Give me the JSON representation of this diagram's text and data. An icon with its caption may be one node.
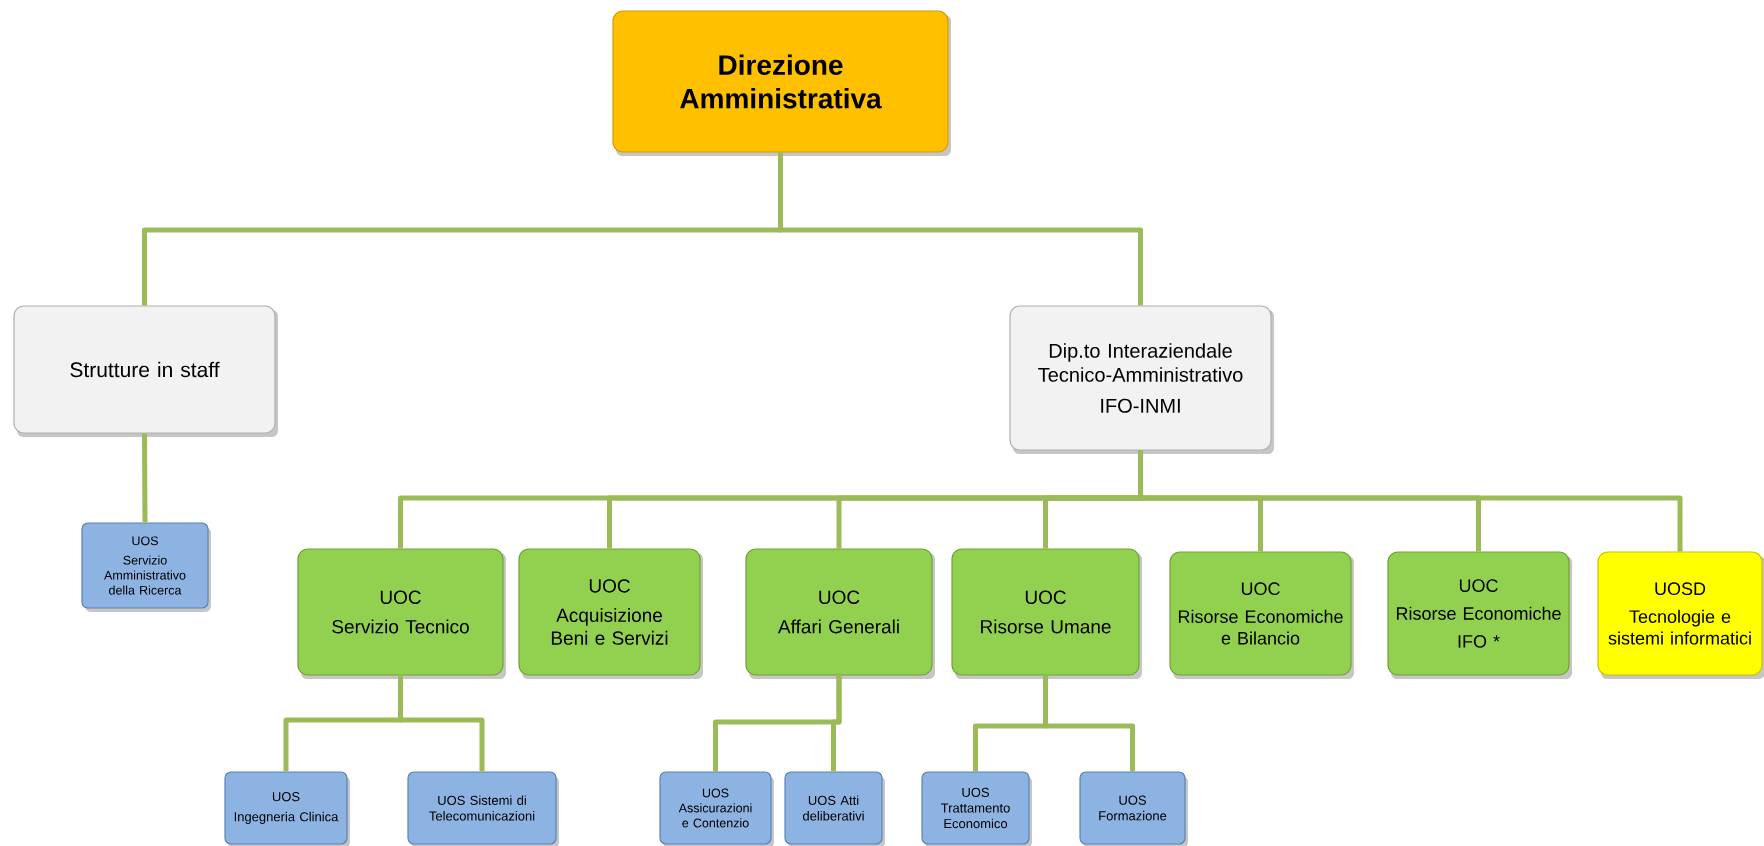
{
  "diagram": {
    "nodes": [
      {
        "text": [
          "Direzione Amministrativa"
        ]
      },
      {
        "text": [
          "Strutture in staff"
        ]
      },
      {
        "text": [
          "Dip.to Interaziendale Tecnico-Amministrativo",
          "IFO-INMI"
        ]
      },
      {
        "text": [
          "UOS",
          "Servizio Amministrativo della Ricerca"
        ]
      },
      {
        "text": [
          "UOC",
          "Servizio Tecnico"
        ]
      },
      {
        "text": [
          "UOC",
          "Acquisizione Beni e Servizi"
        ]
      },
      {
        "text": [
          "UOC",
          "Affari Generali"
        ]
      },
      {
        "text": [
          "UOC",
          "Risorse Umane"
        ]
      },
      {
        "text": [
          "UOC",
          "Risorse Economiche e Bilancio"
        ]
      },
      {
        "text": [
          "UOC",
          "Risorse Economiche",
          "IFO *"
        ]
      },
      {
        "text": [
          "UOSD",
          "Tecnologie e sistemi informatici"
        ]
      },
      {
        "text": [
          "UOS",
          "Ingegneria Clinica"
        ]
      },
      {
        "text": [
          "UOS Sistemi di Telecomunicazioni"
        ]
      },
      {
        "text": [
          "UOS Assicurazioni e Contenzio"
        ]
      },
      {
        "text": [
          "UOS Atti deliberativi"
        ]
      },
      {
        "text": [
          "UOS Trattamento Economico"
        ]
      },
      {
        "text": [
          "UOS Formazione"
        ]
      }
    ],
    "edges": [
      {
        "from": 0,
        "to": 1,
        "arrow": "none"
      },
      {
        "from": 0,
        "to": 2,
        "arrow": "none"
      },
      {
        "from": 1,
        "to": 3,
        "arrow": "none"
      },
      {
        "from": 2,
        "to": 4,
        "arrow": "none"
      },
      {
        "from": 2,
        "to": 5,
        "arrow": "none"
      },
      {
        "from": 2,
        "to": 6,
        "arrow": "none"
      },
      {
        "from": 2,
        "to": 7,
        "arrow": "none"
      },
      {
        "from": 2,
        "to": 8,
        "arrow": "none"
      },
      {
        "from": 2,
        "to": 9,
        "arrow": "none"
      },
      {
        "from": 2,
        "to": 10,
        "arrow": "none"
      },
      {
        "from": 4,
        "to": 11,
        "arrow": "none"
      },
      {
        "from": 4,
        "to": 12,
        "arrow": "none"
      },
      {
        "from": 6,
        "to": 13,
        "arrow": "none"
      },
      {
        "from": 6,
        "to": 14,
        "arrow": "none"
      },
      {
        "from": 7,
        "to": 15,
        "arrow": "none"
      },
      {
        "from": 7,
        "to": 16,
        "arrow": "none"
      }
    ]
  }
}
